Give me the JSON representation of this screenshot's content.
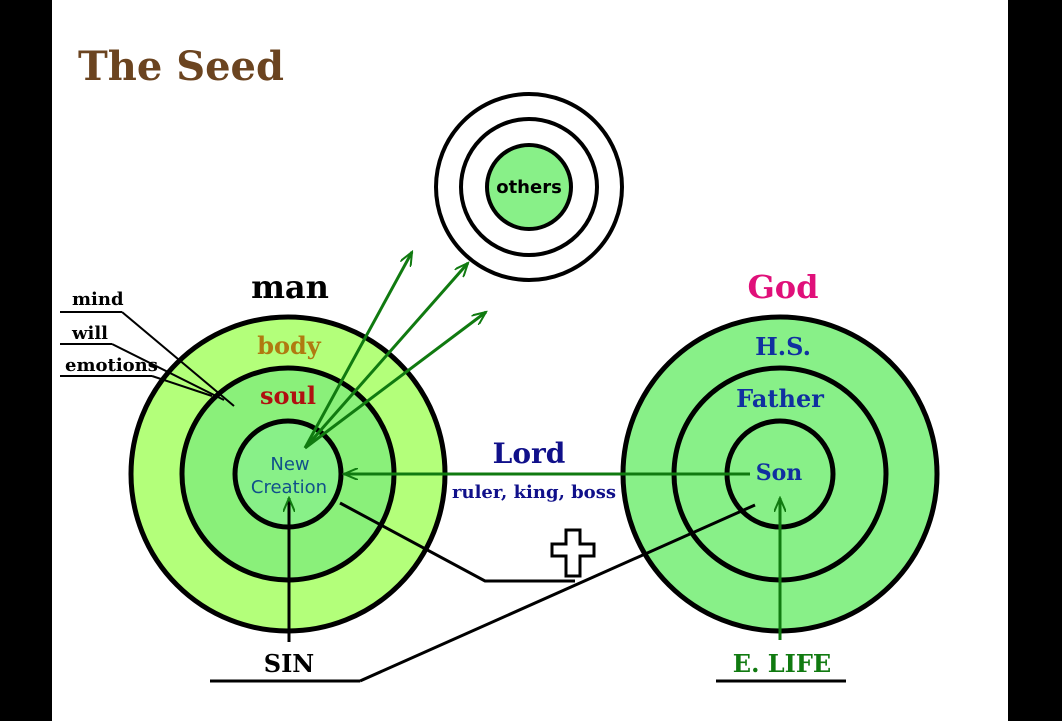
{
  "title": "The Seed",
  "labels": {
    "others": "others",
    "man": "man",
    "god": "God",
    "body": "body",
    "soul": "soul",
    "new_creation_line1": "New",
    "new_creation_line2": "Creation",
    "hs": "H.S.",
    "father": "Father",
    "son": "Son",
    "lord": "Lord",
    "lord_sub": "ruler, king, boss",
    "sin": "SIN",
    "eternal_life": "E. LIFE",
    "mind": "mind",
    "will": "will",
    "emotions": "emotions"
  },
  "colors": {
    "background": "#000000",
    "canvas": "#ffffff",
    "title": "#6b4420",
    "man_outer": "#b3ff7a",
    "man_inner": "#8af07a",
    "god_fill": "#88f088",
    "others_fill": "#88f088",
    "arrow": "#107a10",
    "lord": "#10108a",
    "god_label": "#e0107a",
    "body_label": "#b07a10",
    "soul_label": "#b01010",
    "new_creation": "#10508a",
    "god_inner_label": "#1030a0"
  },
  "icons": {
    "cross": "cross-icon"
  }
}
